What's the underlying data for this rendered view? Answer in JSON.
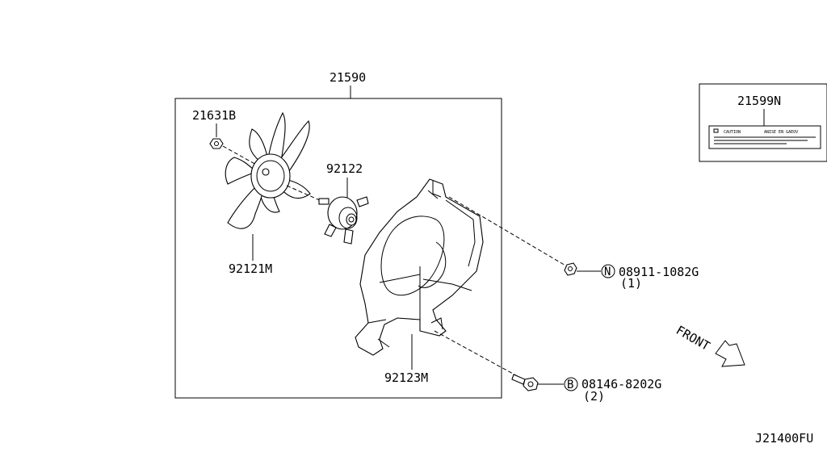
{
  "parts": {
    "assembly": "21590",
    "nut_fan": "21631B",
    "fan_blade": "92121M",
    "fan_motor": "92122",
    "shroud": "92123M",
    "caution_label": "21599N",
    "nut_spec": "08911-1082G",
    "nut_prefix": "N",
    "nut_qty": "(1)",
    "bolt_spec": "08146-8202G",
    "bolt_prefix": "B",
    "bolt_qty": "(2)"
  },
  "label_plate": {
    "text_caution": "CAUTION",
    "text_warning": "ANISE EN GAEOV"
  },
  "front_marker": "FRONT",
  "diagram_code": "J21400FU"
}
